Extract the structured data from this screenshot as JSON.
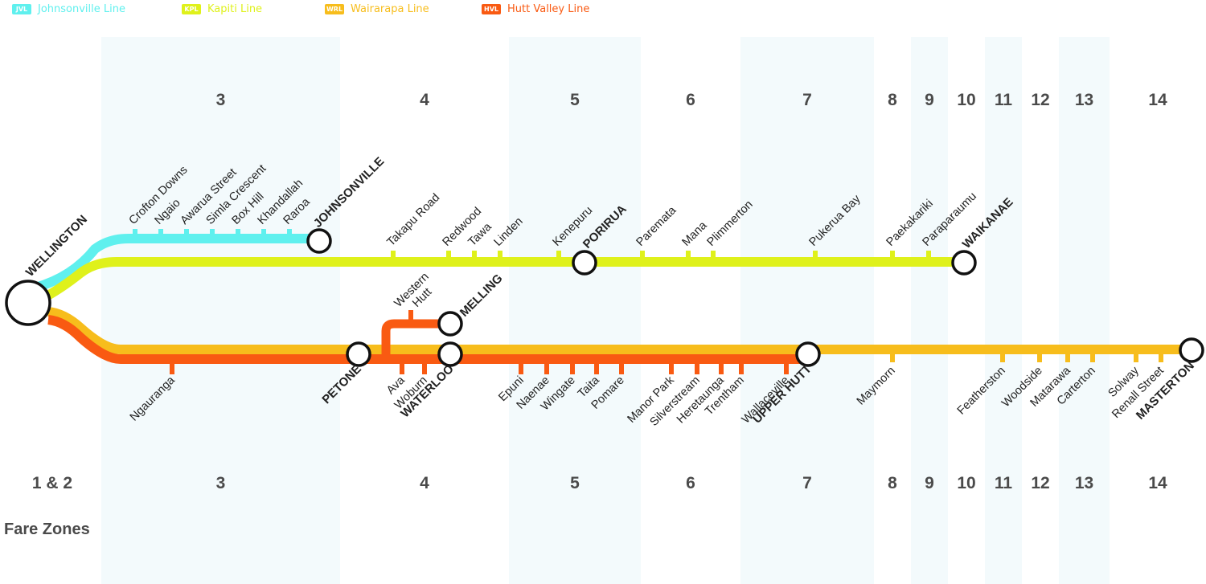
{
  "legend": [
    {
      "code": "JVL",
      "name": "Johnsonville Line",
      "color": "#5ff0ee"
    },
    {
      "code": "KPL",
      "name": "Kapiti Line",
      "color": "#dff11b"
    },
    {
      "code": "WRL",
      "name": "Wairarapa Line",
      "color": "#f7bd1c"
    },
    {
      "code": "HVL",
      "name": "Hutt Valley Line",
      "color": "#f95a12"
    }
  ],
  "zones": [
    {
      "label": "1 & 2",
      "shaded": false
    },
    {
      "label": "3",
      "shaded": true
    },
    {
      "label": "4",
      "shaded": false
    },
    {
      "label": "5",
      "shaded": true
    },
    {
      "label": "6",
      "shaded": false
    },
    {
      "label": "7",
      "shaded": true
    },
    {
      "label": "8",
      "shaded": false
    },
    {
      "label": "9",
      "shaded": true
    },
    {
      "label": "10",
      "shaded": false
    },
    {
      "label": "11",
      "shaded": true
    },
    {
      "label": "12",
      "shaded": false
    },
    {
      "label": "13",
      "shaded": true
    },
    {
      "label": "14",
      "shaded": false
    }
  ],
  "fare_zones_title": "Fare Zones",
  "hub": "WELLINGTON",
  "stations": {
    "johnsonville": [
      "Crofton Downs",
      "Ngaio",
      "Awarua Street",
      "Simla Crescent",
      "Box Hill",
      "Khandallah",
      "Raroa"
    ],
    "johnsonville_terminus": "JOHNSONVILLE",
    "kapiti": [
      "Takapu Road",
      "Redwood",
      "Tawa",
      "Linden",
      "Kenepuru",
      "Paremata",
      "Mana",
      "Plimmerton",
      "Pukerua Bay",
      "Paekakariki",
      "Paraparaumu"
    ],
    "kapiti_major": [
      "PORIRUA",
      "WAIKANAE"
    ],
    "melling_branch": [
      "Western Hutt"
    ],
    "melling_terminus": "MELLING",
    "hutt_lower": [
      "Ngauranga",
      "Ava",
      "Woburn",
      "Epuni",
      "Naenae",
      "Wingate",
      "Taita",
      "Pomare",
      "Manor Park",
      "Silverstream",
      "Heretaunga",
      "Trentham",
      "Wallaceville"
    ],
    "hutt_major": [
      "PETONE",
      "WATERLOO",
      "UPPER HUTT"
    ],
    "wairarapa": [
      "Maymorn",
      "Featherston",
      "Woodside",
      "Matarawa",
      "Carterton",
      "Solway",
      "Renall Street"
    ],
    "wairarapa_terminus": "MASTERTON"
  },
  "colors": {
    "jvl": "#5ff0ee",
    "kpl": "#dff11b",
    "wrl": "#f7bd1c",
    "hvl": "#f95a12",
    "zone_shade": "#f3fafc",
    "text": "#222222",
    "zone_text": "#4a4a4a"
  }
}
